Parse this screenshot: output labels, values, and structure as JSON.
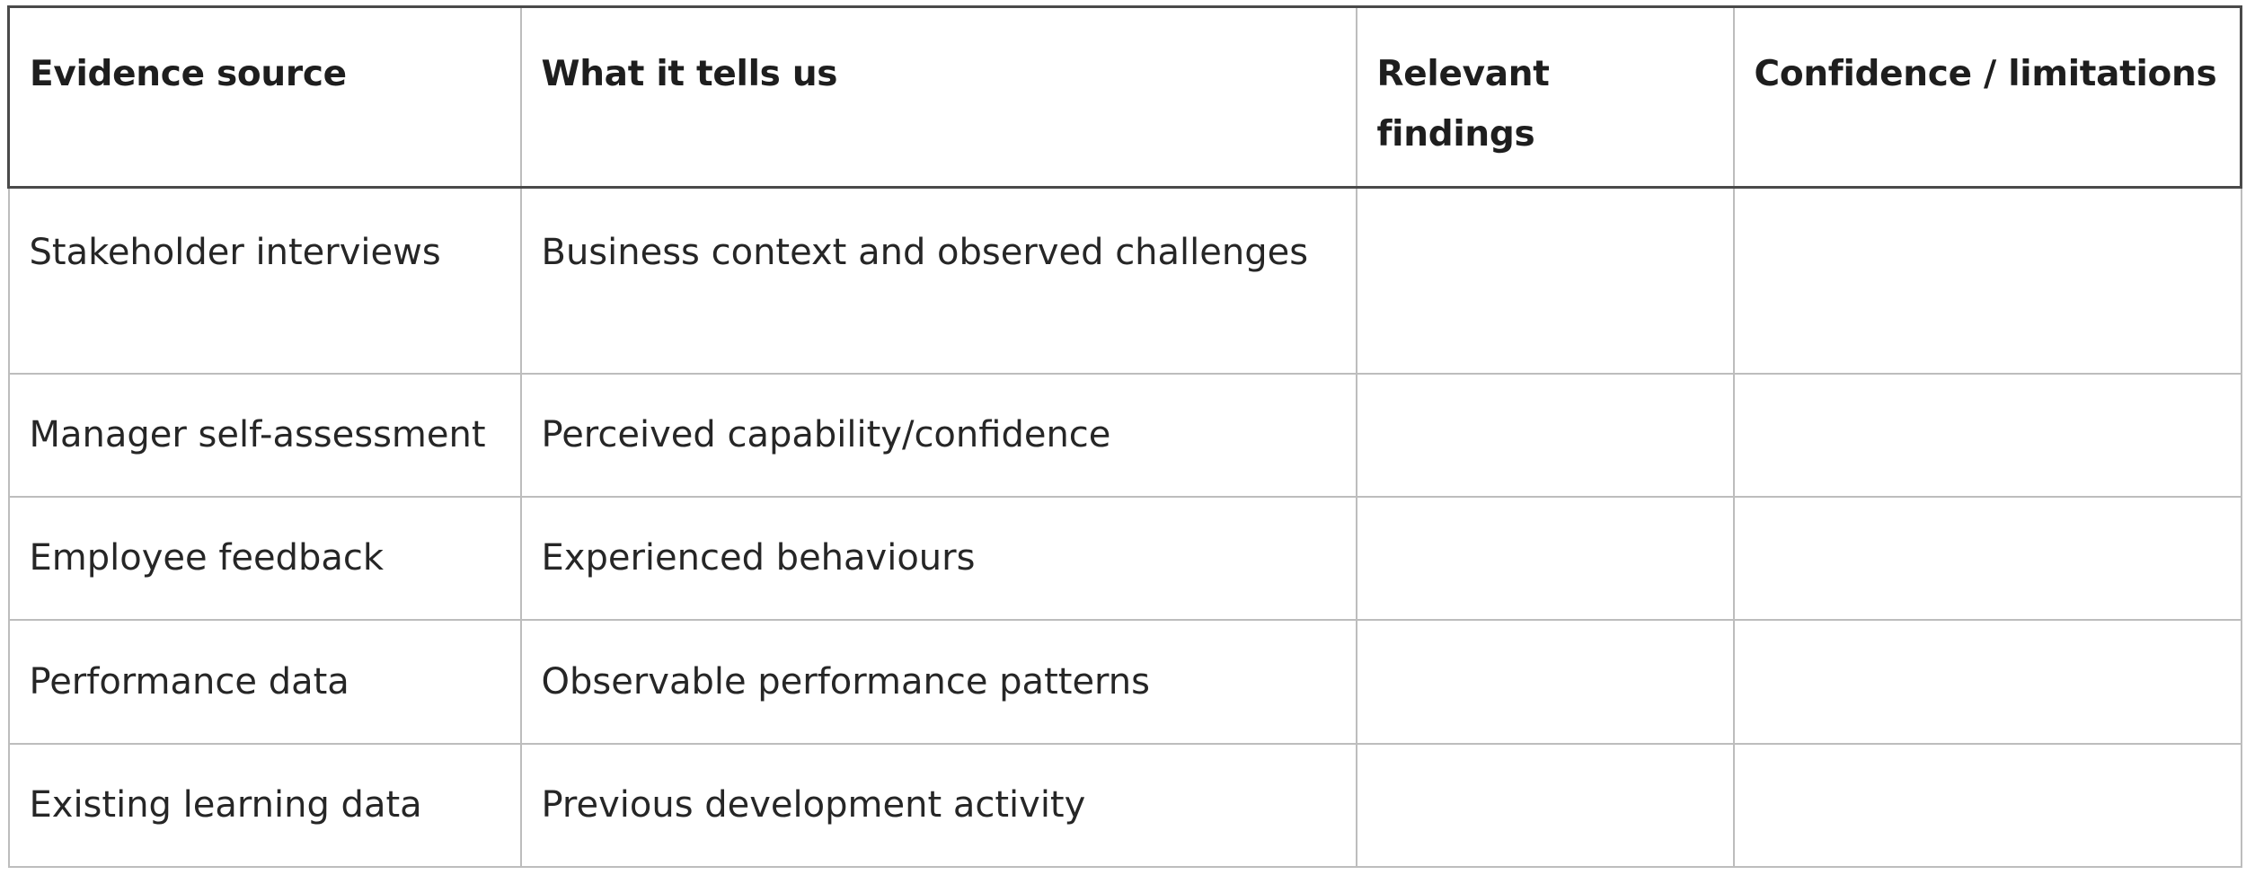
{
  "table": {
    "headers": [
      "Evidence source",
      "What it tells us",
      "Relevant findings",
      "Confidence / limitations"
    ],
    "rows": [
      {
        "source": "Stakeholder interviews",
        "tells": "Business context and observed challenges",
        "findings": "",
        "confidence": ""
      },
      {
        "source": "Manager self-assessment",
        "tells": "Perceived capability/confidence",
        "findings": "",
        "confidence": ""
      },
      {
        "source": "Employee feedback",
        "tells": "Experienced behaviours",
        "findings": "",
        "confidence": ""
      },
      {
        "source": "Performance data",
        "tells": "Observable performance patterns",
        "findings": "",
        "confidence": ""
      },
      {
        "source": "Existing learning data",
        "tells": "Previous development activity",
        "findings": "",
        "confidence": ""
      }
    ]
  },
  "colors": {
    "text": "#222222",
    "border": "#bdbdbd",
    "header_border": "#4a4a4a"
  }
}
